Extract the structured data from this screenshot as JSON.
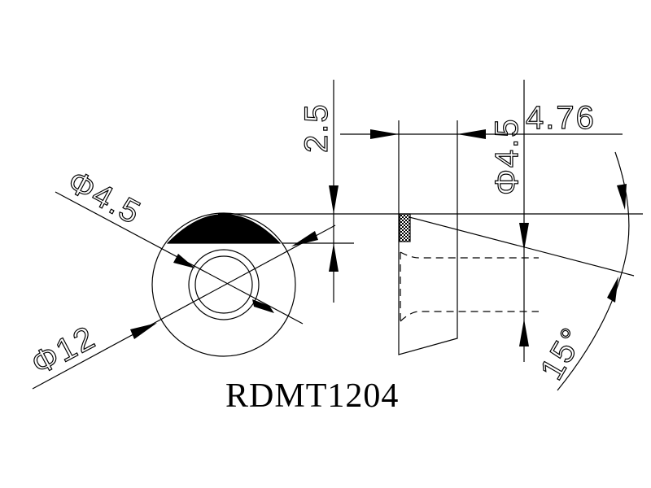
{
  "drawing": {
    "dim_outer_diameter": "Φ12",
    "dim_hole_diameter": "Φ4.5",
    "dim_thickness": "2.5",
    "dim_side_diameter": "Φ4.5",
    "dim_height": "4.76",
    "dim_angle": "15°",
    "part_code": "RDMT1204"
  }
}
